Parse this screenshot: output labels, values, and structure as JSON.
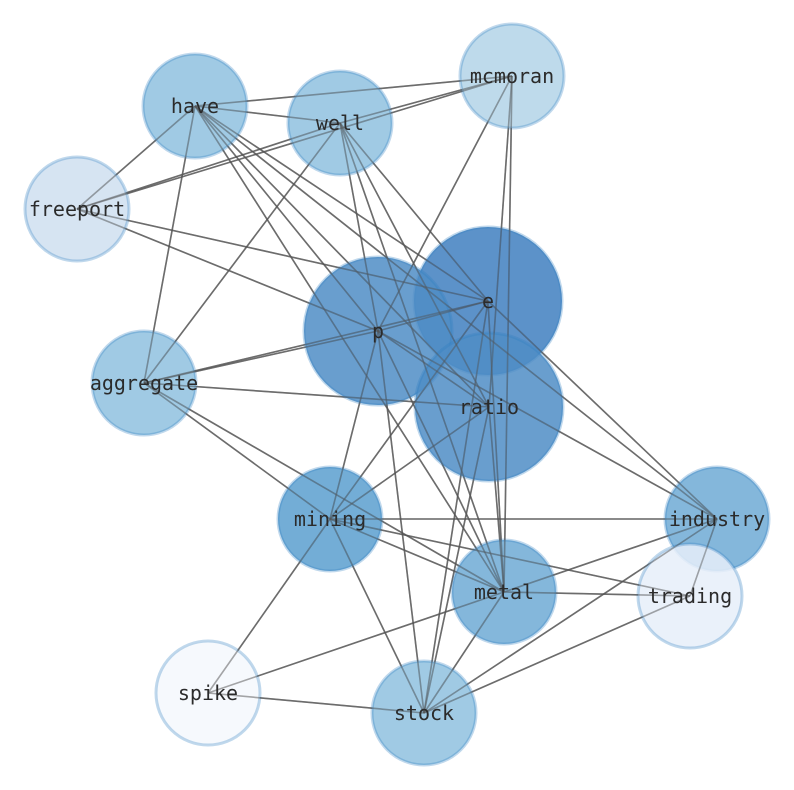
{
  "graph": {
    "nodes": [
      {
        "id": "have",
        "label": "have",
        "size": 1,
        "color": "#8fc1df"
      },
      {
        "id": "well",
        "label": "well",
        "size": 1,
        "color": "#8fc1df"
      },
      {
        "id": "mcmoran",
        "label": "mcmoran",
        "size": 1,
        "color": "#b3d3e8"
      },
      {
        "id": "freeport",
        "label": "freeport",
        "size": 1,
        "color": "#cfdff0"
      },
      {
        "id": "e",
        "label": "e",
        "size": 2,
        "color": "#3f7fbf"
      },
      {
        "id": "p",
        "label": "p",
        "size": 2,
        "color": "#4f8dc6"
      },
      {
        "id": "ratio",
        "label": "ratio",
        "size": 2,
        "color": "#4f8dc6"
      },
      {
        "id": "aggregate",
        "label": "aggregate",
        "size": 1,
        "color": "#8fc1df"
      },
      {
        "id": "mining",
        "label": "mining",
        "size": 1,
        "color": "#5b9fcf"
      },
      {
        "id": "industry",
        "label": "industry",
        "size": 1,
        "color": "#6eaad5"
      },
      {
        "id": "trading",
        "label": "trading",
        "size": 1,
        "color": "#e6eff9"
      },
      {
        "id": "metal",
        "label": "metal",
        "size": 1,
        "color": "#6eaad5"
      },
      {
        "id": "spike",
        "label": "spike",
        "size": 1,
        "color": "#f4f8fd"
      },
      {
        "id": "stock",
        "label": "stock",
        "size": 1,
        "color": "#8fc1df"
      }
    ],
    "edges": [
      [
        "have",
        "well"
      ],
      [
        "have",
        "mcmoran"
      ],
      [
        "have",
        "freeport"
      ],
      [
        "have",
        "aggregate"
      ],
      [
        "have",
        "p"
      ],
      [
        "have",
        "e"
      ],
      [
        "have",
        "ratio"
      ],
      [
        "have",
        "industry"
      ],
      [
        "have",
        "metal"
      ],
      [
        "well",
        "mcmoran"
      ],
      [
        "well",
        "freeport"
      ],
      [
        "well",
        "p"
      ],
      [
        "well",
        "e"
      ],
      [
        "well",
        "ratio"
      ],
      [
        "well",
        "aggregate"
      ],
      [
        "well",
        "metal"
      ],
      [
        "mcmoran",
        "freeport"
      ],
      [
        "mcmoran",
        "p"
      ],
      [
        "mcmoran",
        "metal"
      ],
      [
        "mcmoran",
        "ratio"
      ],
      [
        "freeport",
        "e"
      ],
      [
        "freeport",
        "p"
      ],
      [
        "e",
        "aggregate"
      ],
      [
        "e",
        "p"
      ],
      [
        "e",
        "metal"
      ],
      [
        "e",
        "industry"
      ],
      [
        "e",
        "stock"
      ],
      [
        "e",
        "mining"
      ],
      [
        "p",
        "aggregate"
      ],
      [
        "p",
        "ratio"
      ],
      [
        "p",
        "industry"
      ],
      [
        "p",
        "metal"
      ],
      [
        "p",
        "mining"
      ],
      [
        "p",
        "stock"
      ],
      [
        "ratio",
        "aggregate"
      ],
      [
        "ratio",
        "mining"
      ],
      [
        "ratio",
        "metal"
      ],
      [
        "ratio",
        "stock"
      ],
      [
        "aggregate",
        "mining"
      ],
      [
        "aggregate",
        "metal"
      ],
      [
        "mining",
        "industry"
      ],
      [
        "mining",
        "trading"
      ],
      [
        "mining",
        "metal"
      ],
      [
        "mining",
        "spike"
      ],
      [
        "mining",
        "stock"
      ],
      [
        "industry",
        "metal"
      ],
      [
        "industry",
        "stock"
      ],
      [
        "industry",
        "trading"
      ],
      [
        "metal",
        "trading"
      ],
      [
        "metal",
        "spike"
      ],
      [
        "metal",
        "stock"
      ],
      [
        "trading",
        "stock"
      ],
      [
        "spike",
        "stock"
      ]
    ],
    "edge_color": "#555555",
    "border_color": "#2f7fc1"
  }
}
